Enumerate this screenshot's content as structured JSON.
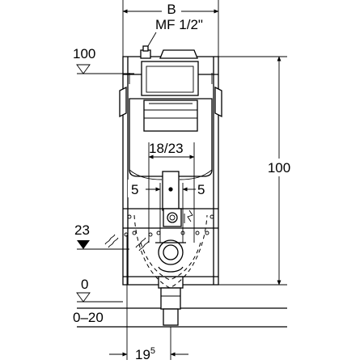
{
  "diagram": {
    "labels": {
      "width": "B",
      "connection": "MF 1/2\"",
      "level_top": "100",
      "height_right": "100",
      "center_distance": "18/23",
      "offset_left": "5",
      "offset_right": "5",
      "level_23": "23",
      "level_0": "0",
      "floor_range": "0–20",
      "bottom_dim_main": "19",
      "bottom_dim_sup": "5"
    }
  }
}
